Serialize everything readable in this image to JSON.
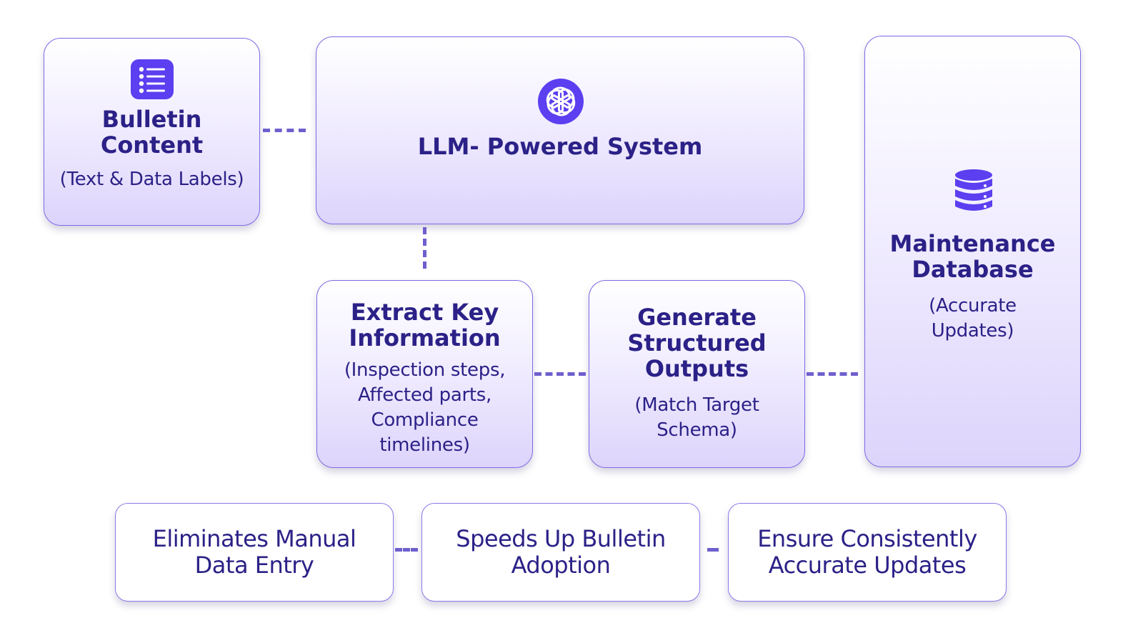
{
  "bulletin": {
    "title": "Bulletin\nContent",
    "subtitle": "(Text & Data Labels)",
    "icon": "list-icon"
  },
  "llm": {
    "title": "LLM- Powered System",
    "icon": "openai-logo-icon"
  },
  "database": {
    "title": "Maintenance\nDatabase",
    "subtitle": "(Accurate\nUpdates)",
    "icon": "database-icon"
  },
  "extract": {
    "title": "Extract Key\nInformation",
    "subtitle": "(Inspection steps,\nAffected parts,\nCompliance\ntimelines)"
  },
  "generate": {
    "title": "Generate\nStructured\nOutputs",
    "subtitle": "(Match Target\nSchema)"
  },
  "benefits": [
    {
      "label": "Eliminates Manual\nData Entry"
    },
    {
      "label": "Speeds Up Bulletin\nAdoption"
    },
    {
      "label": "Ensure Consistently\nAccurate Updates"
    }
  ],
  "colors": {
    "accent": "#5b3ff0",
    "text": "#2b2187",
    "border": "#7c6ae6",
    "connector": "#6e5fce"
  }
}
